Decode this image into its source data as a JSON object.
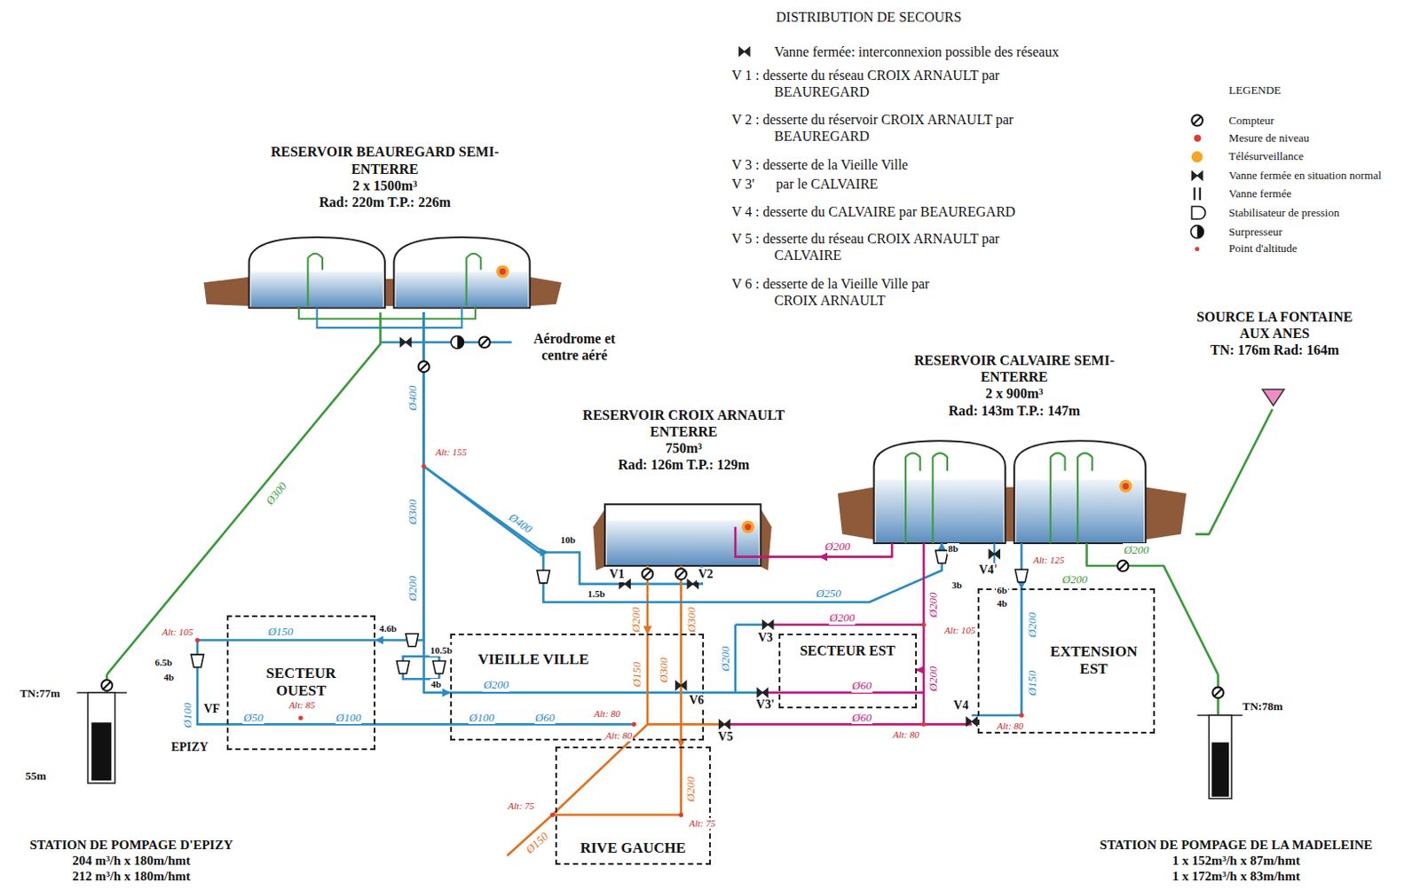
{
  "diagram": {
    "nodes": [
      {
        "text": [
          "RESERVOIR BEAUREGARD SEMI-ENTERRE",
          "2 x 1500m³",
          "Rad: 220m T.P.: 226m"
        ]
      },
      {
        "text": [
          "RESERVOIR CROIX ARNAULT ENTERRE",
          "750m³",
          "Rad: 126m T.P.: 129m"
        ]
      },
      {
        "text": [
          "RESERVOIR CALVAIRE SEMI-ENTERRE",
          "2 x 900m³",
          "Rad: 143m T.P.: 147m"
        ]
      },
      {
        "text": [
          "SOURCE LA FONTAINE AUX ANES",
          "TN: 176m Rad: 164m"
        ]
      },
      {
        "text": [
          "SECTEUR OUEST"
        ]
      },
      {
        "text": [
          "VIEILLE VILLE"
        ]
      },
      {
        "text": [
          "SECTEUR EST"
        ]
      },
      {
        "text": [
          "EXTENSION EST"
        ]
      },
      {
        "text": [
          "RIVE GAUCHE"
        ]
      },
      {
        "text": [
          "STATION DE POMPAGE D'EPIZY",
          "204 m³/h x 180m/hmt",
          "212 m³/h x 180m/hmt"
        ]
      },
      {
        "text": [
          "STATION DE POMPAGE DE LA MADELEINE",
          "1 x 152m³/h x 87m/hmt",
          "1 x 172m³/h x 83m/hmt"
        ]
      }
    ],
    "edges": [
      {
        "from": 9,
        "to": 0,
        "arrow": "none"
      },
      {
        "from": 0,
        "to": 1,
        "arrow": "to"
      },
      {
        "from": 0,
        "to": 4,
        "arrow": "to"
      },
      {
        "from": 0,
        "to": 5,
        "arrow": "to"
      },
      {
        "from": 1,
        "to": 5,
        "arrow": "to"
      },
      {
        "from": 1,
        "to": 8,
        "arrow": "to"
      },
      {
        "from": 0,
        "to": 2,
        "arrow": "to"
      },
      {
        "from": 2,
        "to": 6,
        "arrow": "to"
      },
      {
        "from": 2,
        "to": 7,
        "arrow": "to"
      },
      {
        "from": 3,
        "to": 2,
        "arrow": "none"
      },
      {
        "from": 10,
        "to": 2,
        "arrow": "none"
      },
      {
        "from": 2,
        "to": 1,
        "arrow": "to"
      }
    ],
    "labels": [
      "DISTRIBUTION DE SECOURS",
      "Vanne fermée: interconnexion possible des réseaux",
      "V 1 : desserte du réseau CROIX ARNAULT par BEAUREGARD",
      "V 2 : desserte du réservoir CROIX ARNAULT par BEAUREGARD",
      "V 3 : desserte de la Vieille Ville",
      "V 3'",
      "par le CALVAIRE",
      "V 4 : desserte du CALVAIRE par BEAUREGARD",
      "V 5 : desserte du réseau CROIX ARNAULT par CALVAIRE",
      "V 6 : desserte de la Vieille Ville par CROIX ARNAULT",
      "LEGENDE",
      "Aérodrome et centre aéré",
      "TN:77m",
      "55m",
      "TN:78m",
      "Ø300",
      "Ø400",
      "Alt: 155",
      "Ø300",
      "Ø200",
      "Ø400",
      "10b",
      "1.5b",
      "V1",
      "V2",
      "Ø200",
      "Ø250",
      "8b",
      "3b",
      "V4",
      "Alt: 125",
      "6b",
      "4b",
      "Ø200",
      "Ø200",
      "Alt: 105",
      "Ø150",
      "4.6b",
      "10.5b",
      "6.5b",
      "4b",
      "Ø100",
      "VF",
      "EPIZY",
      "Ø50",
      "Alt: 85",
      "Ø100",
      "4b",
      "Ø200",
      "Ø100",
      "Ø60",
      "Alt: 80",
      "Alt: 80",
      "Ø200",
      "Ø300",
      "Ø150",
      "Ø300",
      "V6",
      "Ø200",
      "V3",
      "V3'",
      "Ø200",
      "Ø60",
      "Ø60",
      "V5",
      "Alt: 105",
      "Ø200",
      "Ø200",
      "Ø200",
      "Ø150",
      "V4",
      "Alt: 80",
      "Alt: 80",
      "Alt: 75",
      "Alt: 75",
      "Ø150",
      "Ø200"
    ],
    "legend": [
      {
        "text": "Compteur"
      },
      {
        "text": "Mesure de niveau",
        "color": "#e53935"
      },
      {
        "text": "Télésurveillance",
        "color": "#f5a623"
      },
      {
        "text": "Vanne fermée en situation normal"
      },
      {
        "text": "Vanne fermée"
      },
      {
        "text": "Stabilisateur de pression"
      },
      {
        "text": "Surpresseur"
      },
      {
        "text": "Point d'altitude",
        "color": "#e53935"
      }
    ]
  }
}
